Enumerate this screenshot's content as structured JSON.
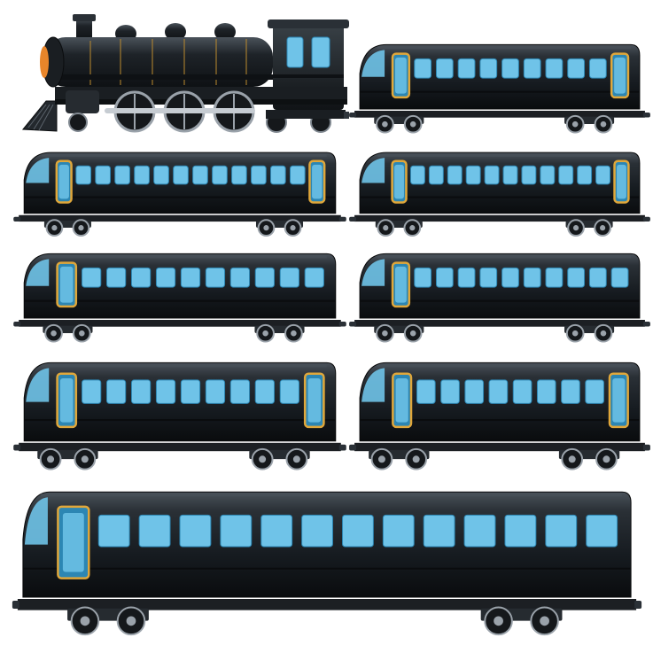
{
  "scene": {
    "subject": "steam-locomotive-and-passenger-cars",
    "background": "#ffffff",
    "colors": {
      "body": "#161b20",
      "body_mid": "#2a3036",
      "body_light": "#4a525a",
      "window": "#6fc3e8",
      "window_dark": "#2c86b3",
      "door_trim": "#e0a73a",
      "chassis": "#1c1f23",
      "wheel_rim": "#9aa2aa",
      "headlamp": "#e8852a"
    }
  },
  "locomotive": {
    "icon": "steam-locomotive-icon"
  },
  "cars": [
    {
      "name": "car-1",
      "windows": 9,
      "doors": 2
    },
    {
      "name": "car-2",
      "windows": 12,
      "doors": 2
    },
    {
      "name": "car-3",
      "windows": 11,
      "doors": 2
    },
    {
      "name": "car-4",
      "windows": 10,
      "doors": 1
    },
    {
      "name": "car-5",
      "windows": 10,
      "doors": 1
    },
    {
      "name": "car-6",
      "windows": 9,
      "doors": 2
    },
    {
      "name": "car-7",
      "windows": 8,
      "doors": 2
    },
    {
      "name": "car-8",
      "windows": 13,
      "doors": 1
    }
  ]
}
